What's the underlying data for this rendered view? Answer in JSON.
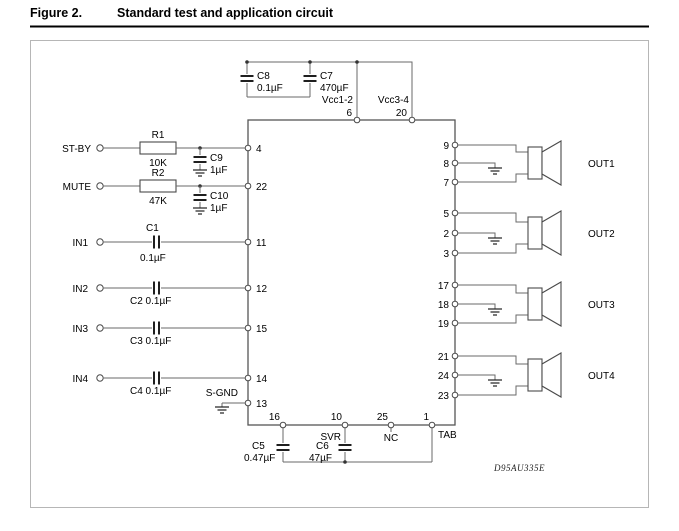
{
  "figure": {
    "label": "Figure 2.",
    "title": "Standard test and application circuit"
  },
  "supply": {
    "c8_name": "C8",
    "c8_value": "0.1µF",
    "c7_name": "C7",
    "c7_value": "470µF",
    "vcc12": "Vcc1-2",
    "vcc34": "Vcc3-4",
    "pin6": "6",
    "pin20": "20"
  },
  "inputs": {
    "stby_label": "ST-BY",
    "r1_name": "R1",
    "r1_value": "10K",
    "c9_name": "C9",
    "c9_value": "1µF",
    "pin4": "4",
    "mute_label": "MUTE",
    "r2_name": "R2",
    "r2_value": "47K",
    "c10_name": "C10",
    "c10_value": "1µF",
    "pin22": "22",
    "in1_label": "IN1",
    "c1_name": "C1",
    "c1_value": "0.1µF",
    "pin11": "11",
    "in2_label": "IN2",
    "c2_label": "C2 0.1µF",
    "pin12": "12",
    "in3_label": "IN3",
    "c3_label": "C3 0.1µF",
    "pin15": "15",
    "in4_label": "IN4",
    "c4_label": "C4 0.1µF",
    "pin14": "14",
    "sgnd_label": "S-GND",
    "pin13": "13"
  },
  "bottom": {
    "pin16": "16",
    "c5_name": "C5",
    "c5_value": "0.47µF",
    "pin10": "10",
    "svr_label": "SVR",
    "c6_name": "C6",
    "c6_value": "47µF",
    "pin25": "25",
    "nc_label": "NC",
    "pin1": "1",
    "tab_label": "TAB"
  },
  "outputs": [
    {
      "label": "OUT1",
      "pin_top": "9",
      "pin_mid": "8",
      "pin_bot": "7"
    },
    {
      "label": "OUT2",
      "pin_top": "5",
      "pin_mid": "2",
      "pin_bot": "3"
    },
    {
      "label": "OUT3",
      "pin_top": "17",
      "pin_mid": "18",
      "pin_bot": "19"
    },
    {
      "label": "OUT4",
      "pin_top": "21",
      "pin_mid": "24",
      "pin_bot": "23"
    }
  ],
  "watermark": "D95AU335E"
}
